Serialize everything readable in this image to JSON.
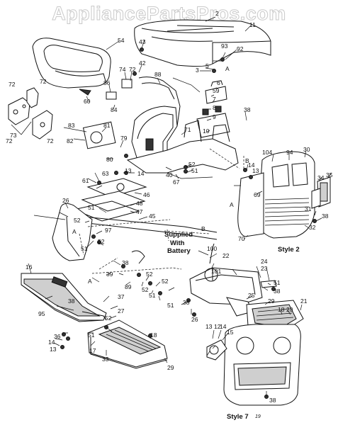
{
  "watermark": "AppliancePartsPros.com",
  "captions": {
    "supplied_line1": "Supplied",
    "supplied_line2": "With",
    "supplied_line3": "Battery",
    "style2": "Style 2",
    "style7": "Style 7",
    "style7_num": "19"
  },
  "callouts": [
    {
      "id": "c2",
      "t": "2"
    },
    {
      "id": "c11",
      "t": "11"
    },
    {
      "id": "c54",
      "t": "54"
    },
    {
      "id": "c43",
      "t": "43"
    },
    {
      "id": "c93",
      "t": "93"
    },
    {
      "id": "c92",
      "t": "92"
    },
    {
      "id": "c42",
      "t": "42"
    },
    {
      "id": "c74",
      "t": "74"
    },
    {
      "id": "c72a",
      "t": "72"
    },
    {
      "id": "c3",
      "t": "3"
    },
    {
      "id": "c5",
      "t": "5"
    },
    {
      "id": "cA1",
      "t": "A"
    },
    {
      "id": "c88",
      "t": "88"
    },
    {
      "id": "c72b",
      "t": "72"
    },
    {
      "id": "c72c",
      "t": "72"
    },
    {
      "id": "c6",
      "t": "6"
    },
    {
      "id": "c86",
      "t": "86"
    },
    {
      "id": "c59",
      "t": "59"
    },
    {
      "id": "c60",
      "t": "60"
    },
    {
      "id": "c7",
      "t": "7"
    },
    {
      "id": "c8",
      "t": "8"
    },
    {
      "id": "c84",
      "t": "84"
    },
    {
      "id": "c38a",
      "t": "38"
    },
    {
      "id": "c9",
      "t": "9"
    },
    {
      "id": "c73",
      "t": "73"
    },
    {
      "id": "c72d",
      "t": "72"
    },
    {
      "id": "c72e",
      "t": "72"
    },
    {
      "id": "c83",
      "t": "83"
    },
    {
      "id": "c81",
      "t": "81"
    },
    {
      "id": "c71",
      "t": "71"
    },
    {
      "id": "c10",
      "t": "10"
    },
    {
      "id": "c82",
      "t": "82"
    },
    {
      "id": "c79",
      "t": "79"
    },
    {
      "id": "c104",
      "t": "104"
    },
    {
      "id": "c94",
      "t": "94"
    },
    {
      "id": "c30",
      "t": "30"
    },
    {
      "id": "c80",
      "t": "80"
    },
    {
      "id": "cB1",
      "t": "B"
    },
    {
      "id": "c13a",
      "t": "13"
    },
    {
      "id": "c40",
      "t": "40"
    },
    {
      "id": "c52a",
      "t": "52"
    },
    {
      "id": "c14a",
      "t": "14"
    },
    {
      "id": "c51a",
      "t": "51"
    },
    {
      "id": "c13b",
      "t": "13"
    },
    {
      "id": "c63",
      "t": "63"
    },
    {
      "id": "c14b",
      "t": "14"
    },
    {
      "id": "c67",
      "t": "67"
    },
    {
      "id": "c34",
      "t": "34"
    },
    {
      "id": "c35",
      "t": "35"
    },
    {
      "id": "c61",
      "t": "61"
    },
    {
      "id": "c69",
      "t": "69"
    },
    {
      "id": "c46",
      "t": "46"
    },
    {
      "id": "c26a",
      "t": "26"
    },
    {
      "id": "cA2",
      "t": "A"
    },
    {
      "id": "c31",
      "t": "31"
    },
    {
      "id": "c48",
      "t": "48"
    },
    {
      "id": "c51b",
      "t": "51"
    },
    {
      "id": "c47",
      "t": "47"
    },
    {
      "id": "c38b",
      "t": "38"
    },
    {
      "id": "c45",
      "t": "45"
    },
    {
      "id": "c52b",
      "t": "52"
    },
    {
      "id": "c32",
      "t": "32"
    },
    {
      "id": "c97",
      "t": "97"
    },
    {
      "id": "cA3",
      "t": "A"
    },
    {
      "id": "c70",
      "t": "70"
    },
    {
      "id": "cB2",
      "t": "B"
    },
    {
      "id": "c52c",
      "t": "52"
    },
    {
      "id": "c51c",
      "t": "51"
    },
    {
      "id": "c100",
      "t": "100"
    },
    {
      "id": "c22",
      "t": "22"
    },
    {
      "id": "c16",
      "t": "16"
    },
    {
      "id": "c38c",
      "t": "38"
    },
    {
      "id": "c101",
      "t": "101"
    },
    {
      "id": "c24",
      "t": "24"
    },
    {
      "id": "c23",
      "t": "23"
    },
    {
      "id": "c39",
      "t": "39"
    },
    {
      "id": "c52d",
      "t": "52"
    },
    {
      "id": "cA4",
      "t": "A"
    },
    {
      "id": "c89",
      "t": "89"
    },
    {
      "id": "c52e",
      "t": "52"
    },
    {
      "id": "c51d",
      "t": "51"
    },
    {
      "id": "c52f",
      "t": "52"
    },
    {
      "id": "c51e",
      "t": "51"
    },
    {
      "id": "c38d",
      "t": "38"
    },
    {
      "id": "c51f",
      "t": "51"
    },
    {
      "id": "c37",
      "t": "37"
    },
    {
      "id": "c25",
      "t": "25"
    },
    {
      "id": "c95",
      "t": "95"
    },
    {
      "id": "c38e",
      "t": "38"
    },
    {
      "id": "c27",
      "t": "27"
    },
    {
      "id": "c38f",
      "t": "38"
    },
    {
      "id": "c52g",
      "t": "52"
    },
    {
      "id": "c26b",
      "t": "26"
    },
    {
      "id": "c29a",
      "t": "29"
    },
    {
      "id": "c18a",
      "t": "18"
    },
    {
      "id": "c20",
      "t": "20"
    },
    {
      "id": "c21",
      "t": "21"
    },
    {
      "id": "c36",
      "t": "36"
    },
    {
      "id": "c51g",
      "t": "51"
    },
    {
      "id": "c13c",
      "t": "13"
    },
    {
      "id": "c14c",
      "t": "14"
    },
    {
      "id": "c12",
      "t": "12"
    },
    {
      "id": "c14d",
      "t": "14"
    },
    {
      "id": "c15",
      "t": "15"
    },
    {
      "id": "c13d",
      "t": "13"
    },
    {
      "id": "c18b",
      "t": "18"
    },
    {
      "id": "c17",
      "t": "17"
    },
    {
      "id": "c33",
      "t": "33"
    },
    {
      "id": "c29b",
      "t": "29"
    },
    {
      "id": "c38g",
      "t": "38"
    }
  ]
}
